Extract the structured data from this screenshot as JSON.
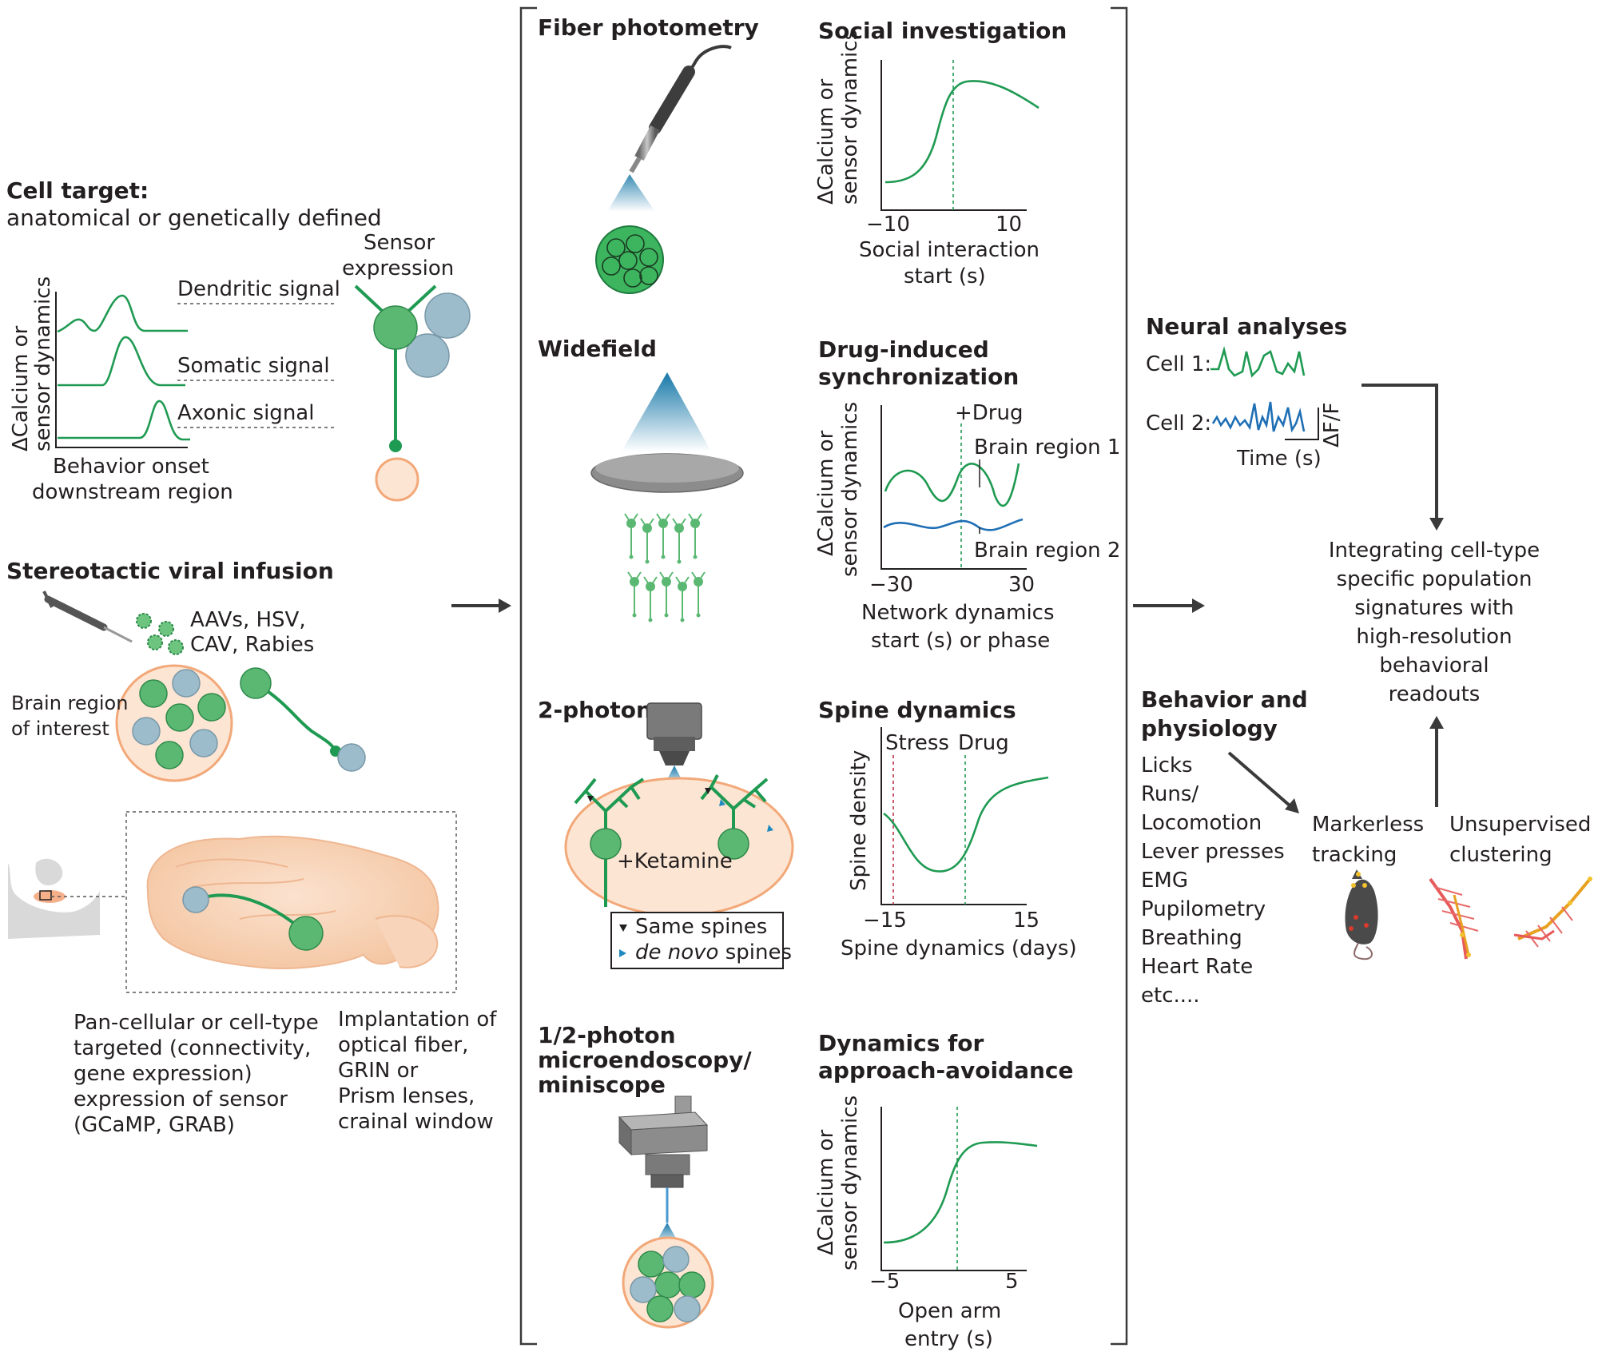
{
  "left": {
    "cell_target_title": "Cell target:",
    "cell_target_subtitle": "anatomical or genetically defined",
    "ylabel_line1": "ΔCalcium or",
    "ylabel_line2": "sensor dynamics",
    "dendritic": "Dendritic signal",
    "somatic": "Somatic signal",
    "axonic": "Axonic signal",
    "xlabel_line1": "Behavior onset",
    "xlabel_line2": "downstream region",
    "sensor_line1": "Sensor",
    "sensor_line2": "expression",
    "stereotactic_title": "Stereotactic viral infusion",
    "viruses_line1": "AAVs, HSV,",
    "viruses_line2": "CAV, Rabies",
    "roi_line1": "Brain region",
    "roi_line2": "of interest",
    "pan_cellular": [
      "Pan-cellular or cell-type",
      "targeted (connectivity,",
      "gene expression)",
      "expression of sensor",
      "(GCaMP, GRAB)"
    ],
    "implantation": [
      "Implantation of",
      "optical fiber,",
      "GRIN or",
      "Prism lenses,",
      "crainal window"
    ]
  },
  "methods": {
    "fiber": "Fiber photometry",
    "widefield": "Widefield",
    "twophoton": "2-photon",
    "ketamine": "+Ketamine",
    "legend_same": "Same spines",
    "legend_denovo_italic": "de novo",
    "legend_denovo_rest": " spines",
    "miniscope": [
      "1/2-photon",
      "microendoscopy/",
      "miniscope"
    ]
  },
  "charts": {
    "social": {
      "title": "Social investigation",
      "ylabel": [
        "ΔCalcium or",
        "sensor dynamics"
      ],
      "xmin": "−10",
      "xmax": "10",
      "xlabel": [
        "Social interaction",
        "start (s)"
      ]
    },
    "drug": {
      "title": [
        "Drug-induced",
        "synchronization"
      ],
      "ylabel": [
        "ΔCalcium or",
        "sensor dynamics"
      ],
      "drug_label": "+Drug",
      "region1": "Brain region 1",
      "region2": "Brain region 2",
      "xmin": "−30",
      "xmax": "30",
      "xlabel": [
        "Network dynamics",
        "start (s) or phase"
      ]
    },
    "spine": {
      "title": "Spine dynamics",
      "ylabel": "Spine density",
      "stress": "Stress",
      "drug": "Drug",
      "xmin": "−15",
      "xmax": "15",
      "xlabel": "Spine dynamics (days)"
    },
    "approach": {
      "title": [
        "Dynamics for",
        "approach-avoidance"
      ],
      "ylabel": [
        "ΔCalcium or",
        "sensor dynamics"
      ],
      "xmin": "−5",
      "xmax": "5",
      "xlabel": [
        "Open arm",
        "entry (s)"
      ]
    }
  },
  "right": {
    "neural_title": "Neural analyses",
    "cell1": "Cell 1:",
    "cell2": "Cell 2:",
    "dff": "ΔF/F",
    "time": "Time (s)",
    "integrating": [
      "Integrating cell-type",
      "specific population",
      "signatures with",
      "high-resolution",
      "behavioral",
      "readouts"
    ],
    "behavior_title": [
      "Behavior and",
      "physiology"
    ],
    "behaviors": [
      "Licks",
      "Runs/",
      "Locomotion",
      "Lever presses",
      "EMG",
      "Pupilometry",
      "Breathing",
      "Heart Rate",
      "etc...."
    ],
    "markerless": [
      "Markerless",
      "tracking"
    ],
    "unsupervised": [
      "Unsupervised",
      "clustering"
    ]
  },
  "colors": {
    "green": "#1f9a52",
    "blue": "#1f6fb5",
    "cell_green": "#5bb873",
    "cell_blue": "#9cbccb",
    "peach": "#f6c9a8",
    "stress_red": "#c0314a"
  }
}
